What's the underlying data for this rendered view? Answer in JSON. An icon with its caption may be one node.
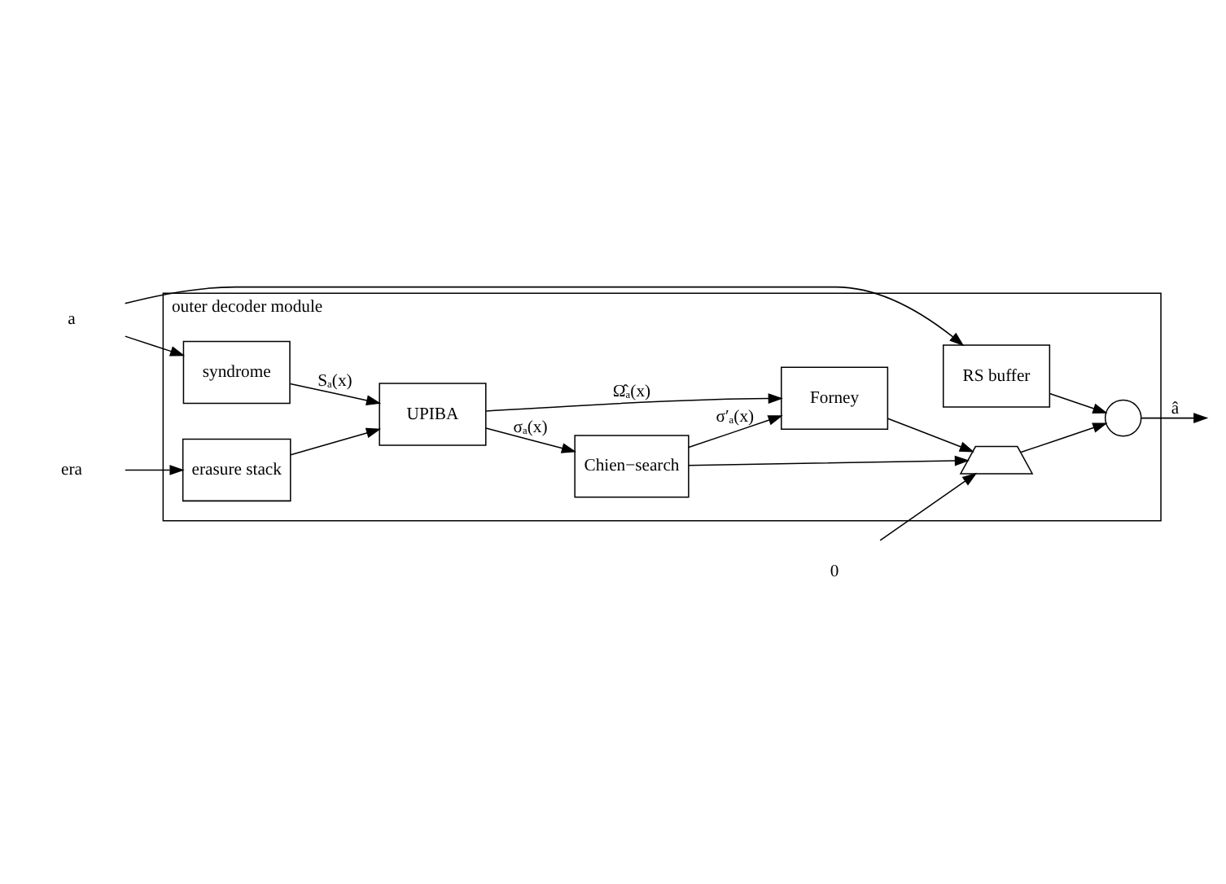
{
  "diagram": {
    "nodes": [
      {
        "text": [
          "outer decoder module"
        ]
      },
      {
        "text": [
          "RS buffer"
        ],
        "in": 0
      },
      {
        "text": [
          "syndrome"
        ],
        "in": 0
      },
      {
        "text": [
          "UPIBA"
        ],
        "in": 0
      },
      {
        "text": [
          "Chien−search"
        ],
        "in": 0
      },
      {
        "text": [
          "Forney"
        ],
        "in": 0
      },
      {
        "text": [
          "erasure stack"
        ],
        "in": 0
      },
      {
        "text": [],
        "shape": "circle",
        "in": 0
      },
      {
        "text": [],
        "shape": "trapezoid",
        "in": 0
      },
      {
        "text": [
          "a"
        ]
      },
      {
        "text": [
          "era"
        ]
      },
      {
        "text": [
          "0"
        ]
      }
    ],
    "edges": [
      {
        "from": 9,
        "to": 1,
        "arrow": "to"
      },
      {
        "from": 9,
        "to": 2,
        "arrow": "to"
      },
      {
        "from": 10,
        "to": 6,
        "arrow": "to"
      },
      {
        "from": 2,
        "to": 3,
        "label": "Sₐ(x)",
        "arrow": "to"
      },
      {
        "from": 6,
        "to": 3,
        "arrow": "to"
      },
      {
        "from": 3,
        "to": 4,
        "label": "σₐ(x)",
        "arrow": "to"
      },
      {
        "from": 3,
        "to": 5,
        "label": "Ω̂ₐ(x)",
        "arrow": "to"
      },
      {
        "from": 4,
        "to": 5,
        "label": "σ′ₐ(x)",
        "arrow": "to"
      },
      {
        "from": 4,
        "to": 8,
        "arrow": "to"
      },
      {
        "from": 5,
        "to": 8,
        "arrow": "to"
      },
      {
        "from": 11,
        "to": 8,
        "arrow": "to"
      },
      {
        "from": 1,
        "to": 7,
        "arrow": "to"
      },
      {
        "from": 8,
        "to": 7,
        "arrow": "to"
      },
      {
        "from": 7,
        "to": null,
        "label": "â",
        "arrow": "to"
      }
    ]
  }
}
